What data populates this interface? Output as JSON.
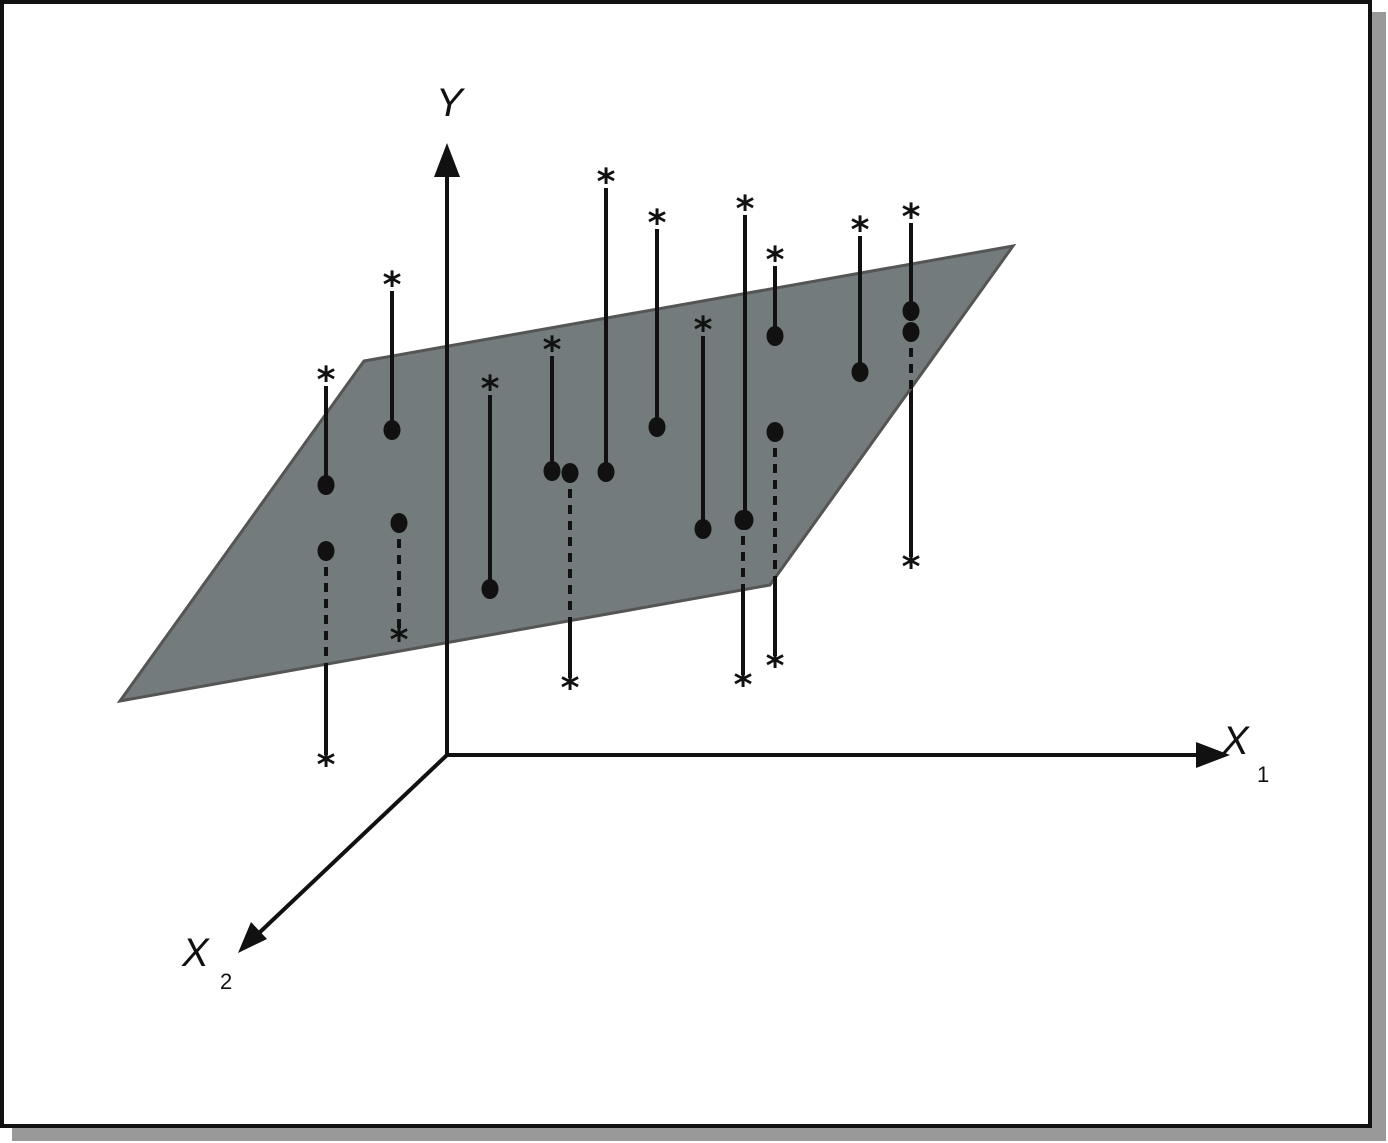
{
  "axes": {
    "y": {
      "label": "Y",
      "subscript": ""
    },
    "x1": {
      "label": "X",
      "subscript": "1"
    },
    "x2": {
      "label": "X",
      "subscript": "2"
    }
  },
  "observation_marker": "*",
  "colors": {
    "plane_fill": "#737b7c",
    "plane_edge": "#555555",
    "ink": "#111111",
    "frame_shadow": "#999999"
  },
  "residuals": [
    {
      "id": 1,
      "position": "above",
      "line": "solid"
    },
    {
      "id": 2,
      "position": "below",
      "line": "dashed"
    },
    {
      "id": 3,
      "position": "above",
      "line": "solid"
    },
    {
      "id": 4,
      "position": "below",
      "line": "dashed"
    },
    {
      "id": 5,
      "position": "above",
      "line": "solid"
    },
    {
      "id": 6,
      "position": "above",
      "line": "solid"
    },
    {
      "id": 7,
      "position": "below",
      "line": "dashed"
    },
    {
      "id": 8,
      "position": "above",
      "line": "solid"
    },
    {
      "id": 9,
      "position": "above",
      "line": "solid"
    },
    {
      "id": 10,
      "position": "above",
      "line": "solid"
    },
    {
      "id": 11,
      "position": "above",
      "line": "solid"
    },
    {
      "id": 12,
      "position": "below",
      "line": "dashed"
    },
    {
      "id": 13,
      "position": "above",
      "line": "solid"
    },
    {
      "id": 14,
      "position": "below",
      "line": "dashed"
    },
    {
      "id": 15,
      "position": "above",
      "line": "solid"
    },
    {
      "id": 16,
      "position": "above",
      "line": "solid"
    },
    {
      "id": 17,
      "position": "below",
      "line": "dashed"
    }
  ]
}
